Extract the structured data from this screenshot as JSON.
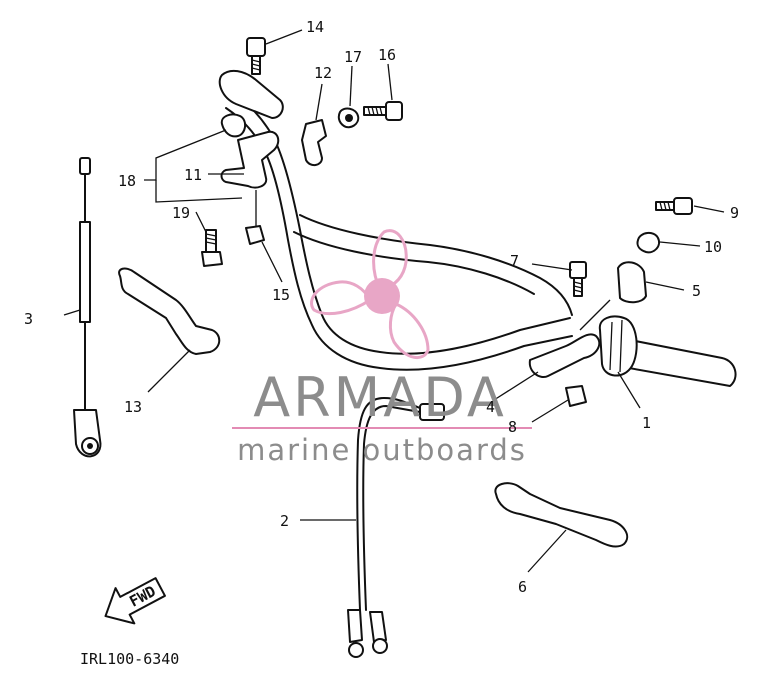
{
  "diagram": {
    "drawing_code": "IRL100-6340",
    "arrow_text": "FWD",
    "callouts": [
      {
        "id": "c1",
        "text": "1"
      },
      {
        "id": "c2",
        "text": "2"
      },
      {
        "id": "c3",
        "text": "3"
      },
      {
        "id": "c4",
        "text": "4"
      },
      {
        "id": "c5",
        "text": "5"
      },
      {
        "id": "c6",
        "text": "6"
      },
      {
        "id": "c7",
        "text": "7"
      },
      {
        "id": "c8",
        "text": "8"
      },
      {
        "id": "c9",
        "text": "9"
      },
      {
        "id": "c10",
        "text": "10"
      },
      {
        "id": "c11",
        "text": "11"
      },
      {
        "id": "c12",
        "text": "12"
      },
      {
        "id": "c13",
        "text": "13"
      },
      {
        "id": "c14",
        "text": "14"
      },
      {
        "id": "c15",
        "text": "15"
      },
      {
        "id": "c16",
        "text": "16"
      },
      {
        "id": "c17",
        "text": "17"
      },
      {
        "id": "c18",
        "text": "18"
      },
      {
        "id": "c19",
        "text": "19"
      }
    ]
  },
  "watermark": {
    "brand": "ARMADA",
    "tagline": "marine outboards",
    "colors": {
      "pink": "#e8a6c6",
      "grey": "#8c8c8c",
      "pink_line": "#e38bb4"
    }
  }
}
